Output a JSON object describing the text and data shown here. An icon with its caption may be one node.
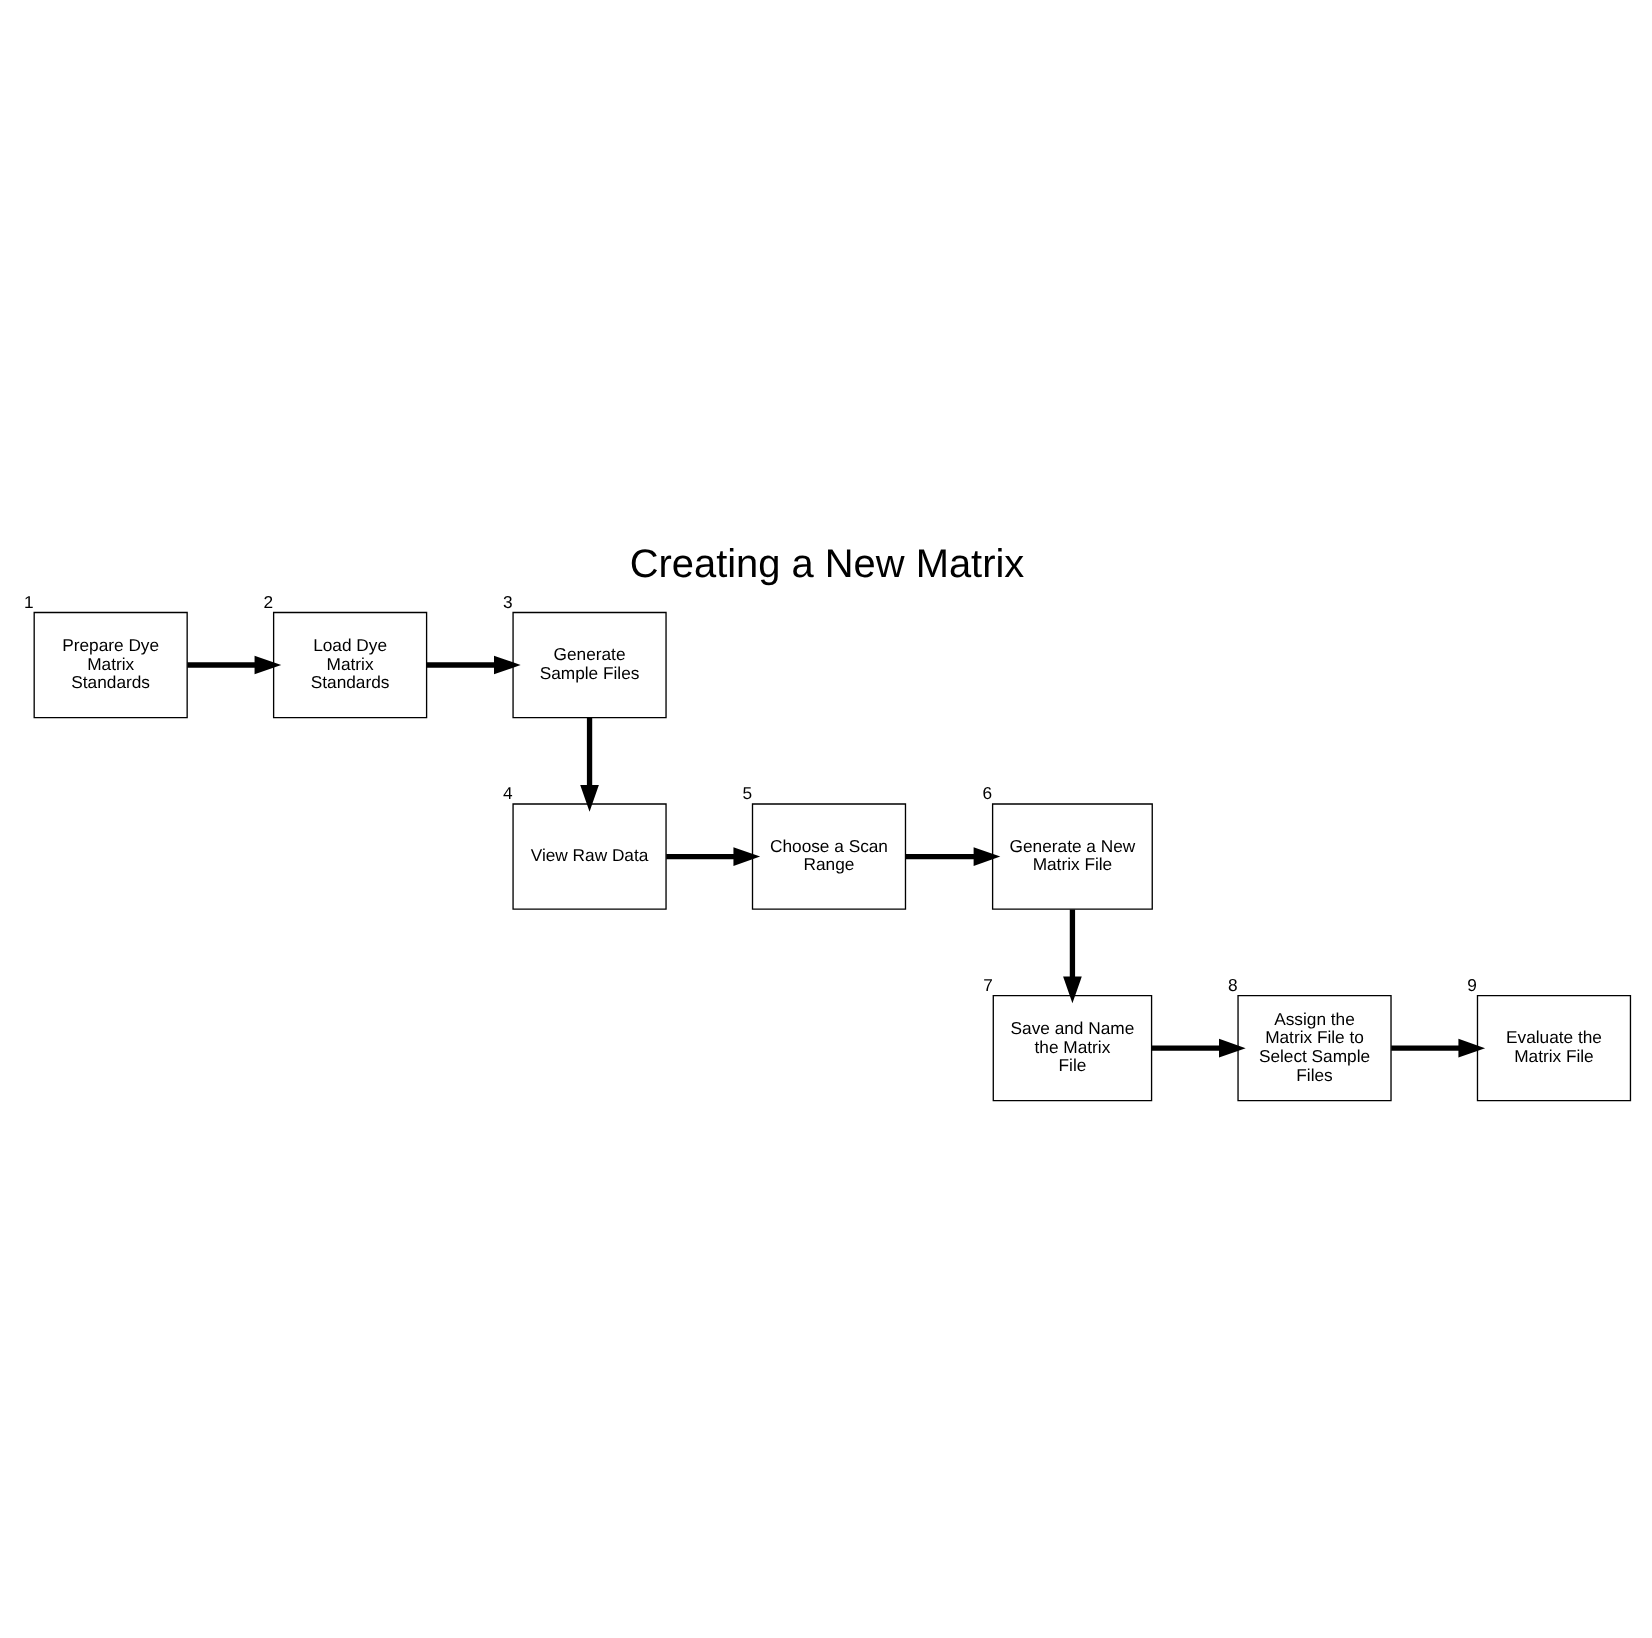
{
  "diagram": {
    "title": "Creating a New Matrix",
    "nodes": [
      {
        "text": [
          "Prepare Dye Matrix Standards"
        ],
        "beside": [
          "1"
        ]
      },
      {
        "text": [
          "Load Dye Matrix Standards"
        ],
        "beside": [
          "2"
        ]
      },
      {
        "text": [
          "Generate Sample Files"
        ],
        "beside": [
          "3"
        ]
      },
      {
        "text": [
          "View Raw Data"
        ],
        "beside": [
          "4"
        ]
      },
      {
        "text": [
          "Choose a Scan Range"
        ],
        "beside": [
          "5"
        ]
      },
      {
        "text": [
          "Generate a New Matrix File"
        ],
        "beside": [
          "6"
        ]
      },
      {
        "text": [
          "Save and Name the Matrix File"
        ],
        "beside": [
          "7"
        ]
      },
      {
        "text": [
          "Assign the Matrix File to Select Sample Files"
        ],
        "beside": [
          "8"
        ]
      },
      {
        "text": [
          "Evaluate the Matrix File"
        ],
        "beside": [
          "9"
        ]
      }
    ],
    "edges": [
      {
        "from": 0,
        "to": 1,
        "arrow": "to"
      },
      {
        "from": 1,
        "to": 2,
        "arrow": "to"
      },
      {
        "from": 2,
        "to": 3,
        "arrow": "to"
      },
      {
        "from": 3,
        "to": 4,
        "arrow": "to"
      },
      {
        "from": 4,
        "to": 5,
        "arrow": "to"
      },
      {
        "from": 5,
        "to": 6,
        "arrow": "to"
      },
      {
        "from": 6,
        "to": 7,
        "arrow": "to"
      },
      {
        "from": 7,
        "to": 8,
        "arrow": "to"
      }
    ]
  }
}
